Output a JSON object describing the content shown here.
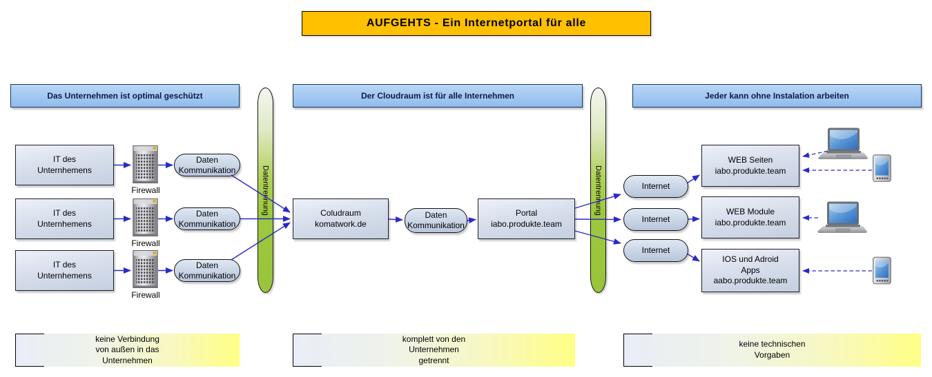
{
  "title": "AUFGEHTS - Ein Internetportal für alle",
  "colors": {
    "title_bg": "#FFC000",
    "header_top": "#b9d6f5",
    "header_bottom": "#90bcee",
    "green": "#9dc83e",
    "arrow": "#2929cc"
  },
  "separator_label": "Datentrennung",
  "left": {
    "header": "Das Unternehmen ist optimal geschützt",
    "it_box": "IT des\nUnternhemens",
    "firewall_label": "Firewall",
    "daten_komm": "Daten\nKommunikation",
    "note": "keine Verbindung\nvon außen in das\nUnternehmen"
  },
  "middle": {
    "header": "Der Cloudraum ist für alle Internehmen",
    "cloud_box": "Coludraum\nkomatwork.de",
    "daten_komm": "Daten\nKommunikation",
    "portal_box": "Portal\niabo.produkte.team",
    "note": "komplett von den\nUnternehmen\ngetrennt"
  },
  "right": {
    "header": "Jeder kann ohne Instalation arbeiten",
    "internet": "Internet",
    "web_seiten": "WEB Seiten\niabo.produkte.team",
    "web_module": "WEB Module\niabo.produkte.team",
    "apps": "IOS und Adroid\nApps\naabo.produkte.team",
    "note": "keine technischen\nVorgaben"
  }
}
